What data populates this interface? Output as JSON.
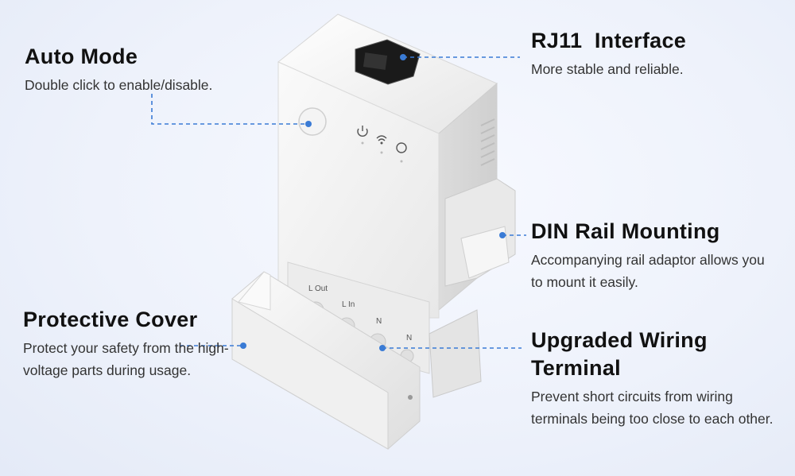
{
  "features": {
    "auto_mode": {
      "title": "Auto Mode",
      "description": "Double click to enable/disable."
    },
    "rj11": {
      "title": "RJ11  Interface",
      "description": "More stable and reliable."
    },
    "din_rail": {
      "title": "DIN Rail Mounting",
      "description": "Accompanying rail adaptor allows you to mount it easily."
    },
    "cover": {
      "title": "Protective Cover",
      "description": "Protect your safety from the high-voltage parts during usage."
    },
    "wiring": {
      "title": "Upgraded Wiring Terminal",
      "description": "Prevent short circuits from wiring terminals being too close to each other."
    }
  },
  "terminal_labels": {
    "l_out": "L Out",
    "l_in": "L In",
    "n1": "N",
    "n2": "N"
  },
  "colors": {
    "callout_line": "#3a7bd5",
    "device_body": "#f2f2f2"
  }
}
